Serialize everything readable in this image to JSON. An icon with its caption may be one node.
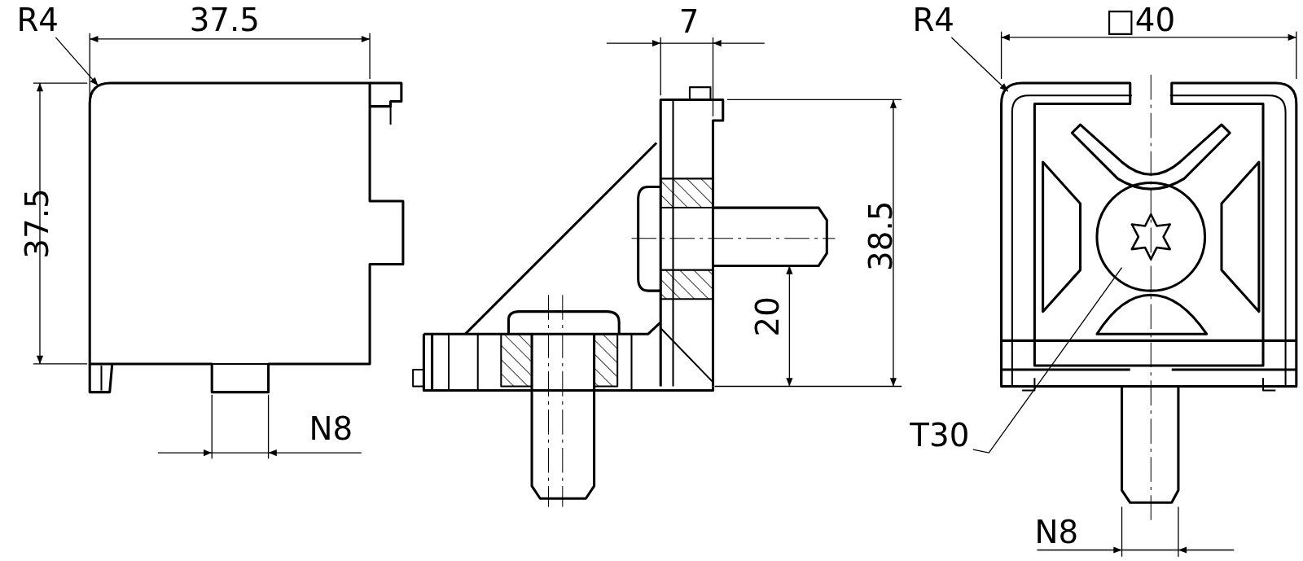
{
  "diagram": {
    "nodes": [
      {
        "text": [
          "R4"
        ]
      },
      {
        "text": [
          "R4"
        ]
      },
      {
        "text": [
          "T30"
        ]
      }
    ],
    "edges": [
      {
        "from": 0,
        "to": null,
        "arrow": "to"
      },
      {
        "from": 1,
        "to": null,
        "arrow": "to"
      },
      {
        "from": 2,
        "to": null,
        "arrow": "none"
      }
    ],
    "labels": [
      "37.5",
      "37.5",
      "N8",
      "7",
      "38.5",
      "20",
      "□40",
      "N8"
    ]
  }
}
